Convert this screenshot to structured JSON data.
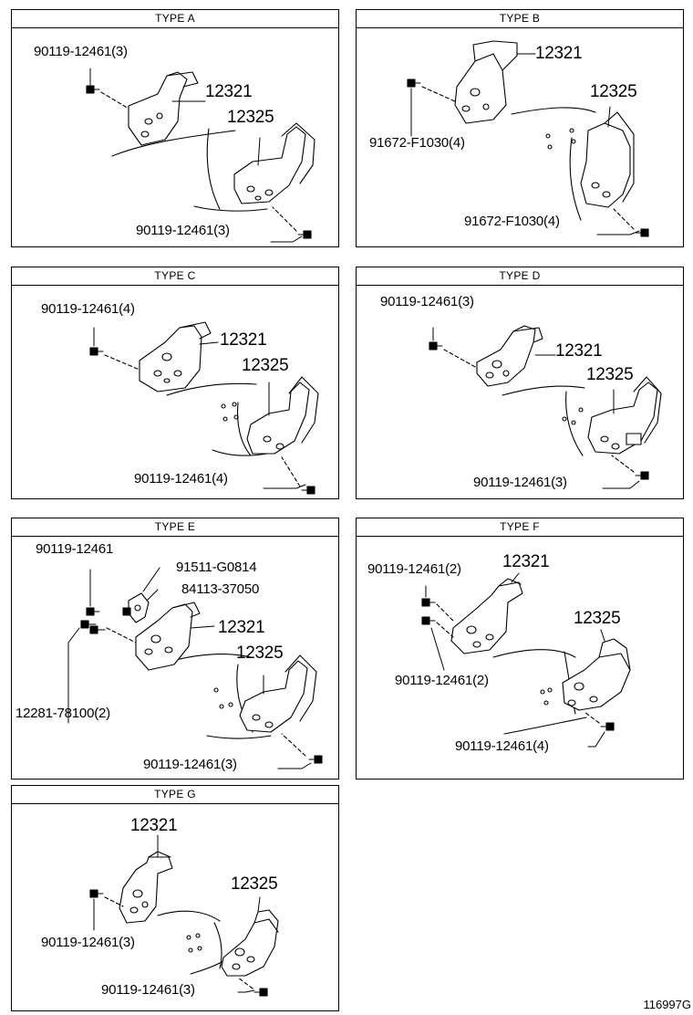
{
  "panels": {
    "a": {
      "title": "TYPE A",
      "labels": {
        "bolt_top": "90119-12461(3)",
        "part_upper": "12321",
        "part_lower": "12325",
        "bolt_bottom": "90119-12461(3)"
      }
    },
    "b": {
      "title": "TYPE B",
      "labels": {
        "part_upper": "12321",
        "part_lower": "12325",
        "bolt_top": "91672-F1030(4)",
        "bolt_bottom": "91672-F1030(4)"
      }
    },
    "c": {
      "title": "TYPE C",
      "labels": {
        "bolt_top": "90119-12461(4)",
        "part_upper": "12321",
        "part_lower": "12325",
        "bolt_bottom": "90119-12461(4)"
      }
    },
    "d": {
      "title": "TYPE D",
      "labels": {
        "bolt_top": "90119-12461(3)",
        "part_upper": "12321",
        "part_lower": "12325",
        "bolt_bottom": "90119-12461(3)"
      }
    },
    "e": {
      "title": "TYPE E",
      "labels": {
        "bolt_top": "90119-12461",
        "bolt_small": "91511-G0814",
        "plate": "84113-37050",
        "part_upper": "12321",
        "part_lower": "12325",
        "stud": "12281-78100(2)",
        "bolt_bottom": "90119-12461(3)"
      }
    },
    "f": {
      "title": "TYPE F",
      "labels": {
        "bolt_top": "90119-12461(2)",
        "part_upper": "12321",
        "part_lower": "12325",
        "bolt_mid": "90119-12461(2)",
        "bolt_bottom": "90119-12461(4)"
      }
    },
    "g": {
      "title": "TYPE G",
      "labels": {
        "part_upper": "12321",
        "part_lower": "12325",
        "bolt_top": "90119-12461(3)",
        "bolt_bottom": "90119-12461(3)"
      }
    }
  },
  "illustration_code": "116997G"
}
